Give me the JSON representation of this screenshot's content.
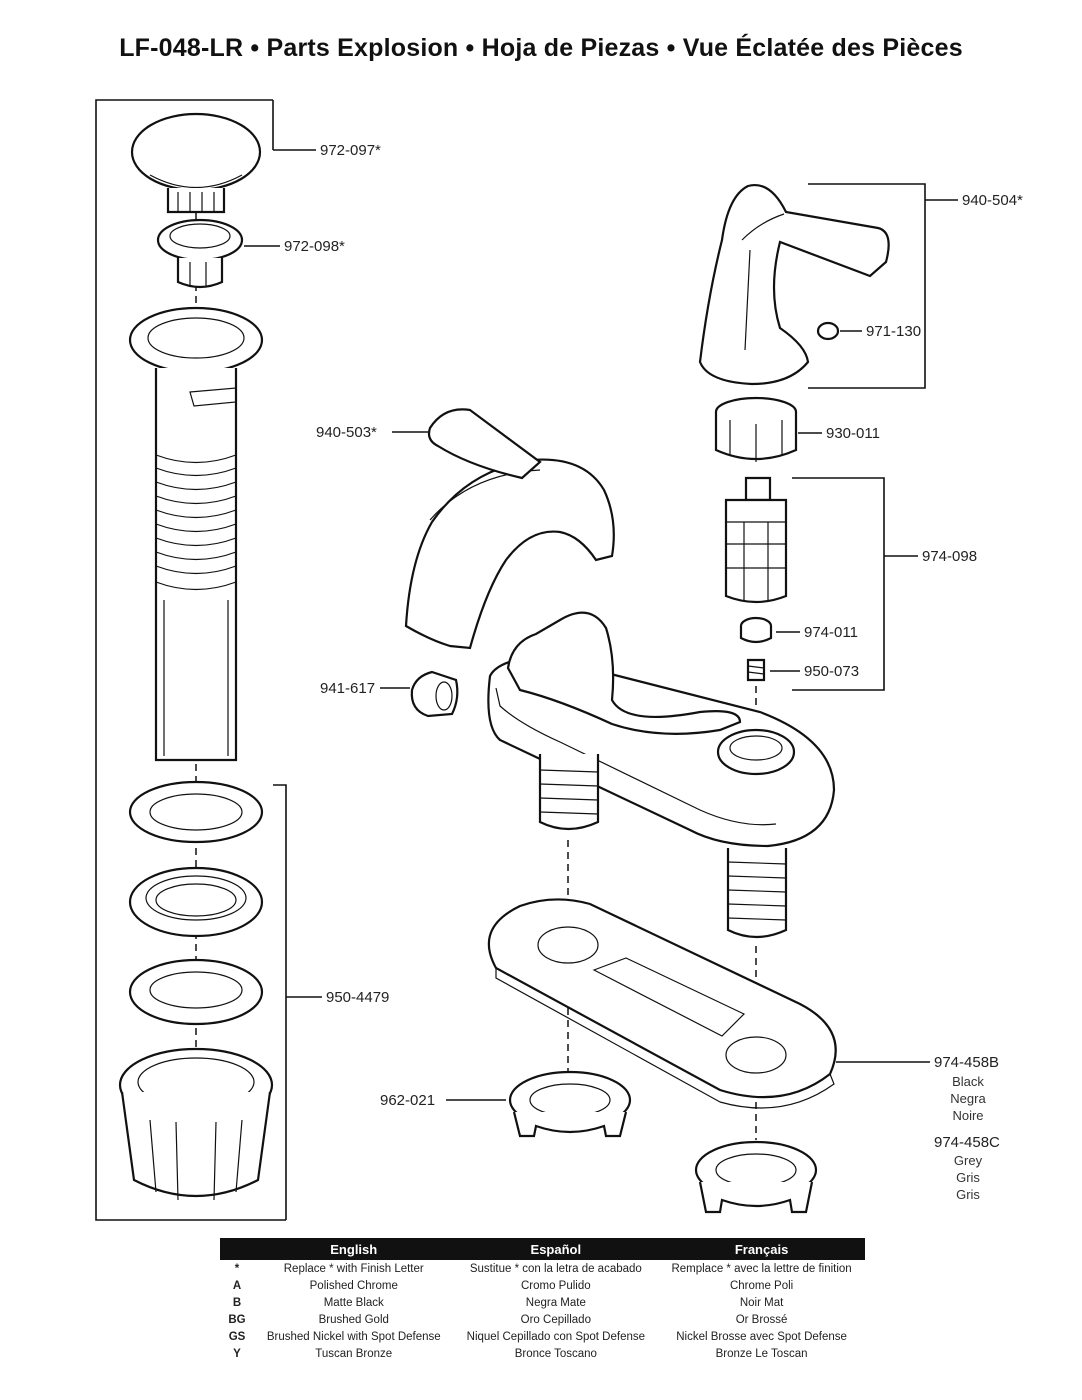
{
  "title": "LF-048-LR • Parts Explosion • Hoja de Piezas • Vue Éclatée des Pièces",
  "parts": {
    "p972_097": "972-097*",
    "p972_098": "972-098*",
    "p950_4479": "950-4479",
    "p940_504": "940-504*",
    "p971_130": "971-130",
    "p930_011": "930-011",
    "p940_503": "940-503*",
    "p974_098": "974-098",
    "p974_011": "974-011",
    "p950_073": "950-073",
    "p941_617": "941-617",
    "p962_021": "962-021",
    "p974_458B": "974-458B",
    "p974_458B_colors": [
      "Black",
      "Negra",
      "Noire"
    ],
    "p974_458C": "974-458C",
    "p974_458C_colors": [
      "Grey",
      "Gris",
      "Gris"
    ]
  },
  "legend": {
    "headers": [
      "",
      "English",
      "Español",
      "Français"
    ],
    "rows": [
      [
        "*",
        "Replace * with Finish Letter",
        "Sustitue * con la letra de acabado",
        "Remplace * avec la lettre de finition"
      ],
      [
        "A",
        "Polished Chrome",
        "Cromo Pulido",
        "Chrome Poli"
      ],
      [
        "B",
        "Matte Black",
        "Negra Mate",
        "Noir Mat"
      ],
      [
        "BG",
        "Brushed Gold",
        "Oro Cepillado",
        "Or Brossé"
      ],
      [
        "GS",
        "Brushed Nickel with Spot Defense",
        "Niquel Cepillado con Spot Defense",
        "Nickel Brosse avec Spot Defense"
      ],
      [
        "Y",
        "Tuscan Bronze",
        "Bronce Toscano",
        "Bronze Le Toscan"
      ]
    ]
  }
}
